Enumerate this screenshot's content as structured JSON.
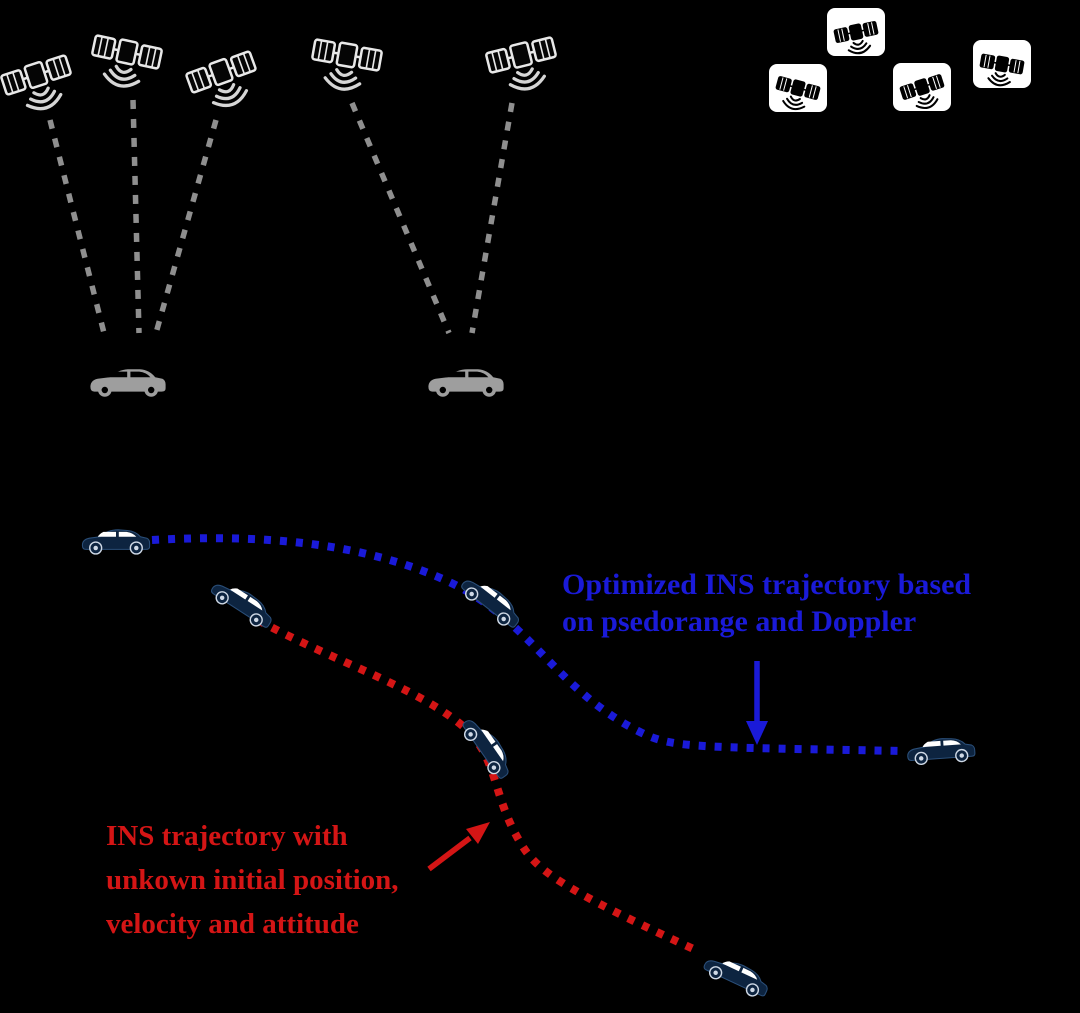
{
  "colors": {
    "background": "#000000",
    "optimized_trajectory_blue": "#1a1ad8",
    "ins_trajectory_red": "#d41515",
    "gnss_signal_gray": "#8f8f8f",
    "ground_car_gray": "#9e9e9e",
    "trajectory_car_navy": "#0d2440",
    "satellite_badge_white": "#ffffff",
    "satellite_icon_black": "#000000"
  },
  "labels": {
    "optimized_trajectory": {
      "line1": "Optimized INS trajectory based",
      "line2": "on psedorange and Doppler"
    },
    "ins_trajectory": {
      "line1": "INS trajectory with",
      "line2": "unkown initial position,",
      "line3": "velocity and attitude"
    }
  },
  "icons": {
    "satellite": "satellite-icon",
    "ground_vehicle": "car-icon",
    "trajectory_vehicle": "car-icon",
    "blue_arrow": "arrow-down-icon",
    "red_arrow": "arrow-up-right-icon"
  },
  "counts": {
    "left_satellites": 5,
    "right_satellites": 4,
    "ground_cars": 2,
    "blue_trajectory_cars": 3,
    "red_trajectory_cars": 3
  }
}
